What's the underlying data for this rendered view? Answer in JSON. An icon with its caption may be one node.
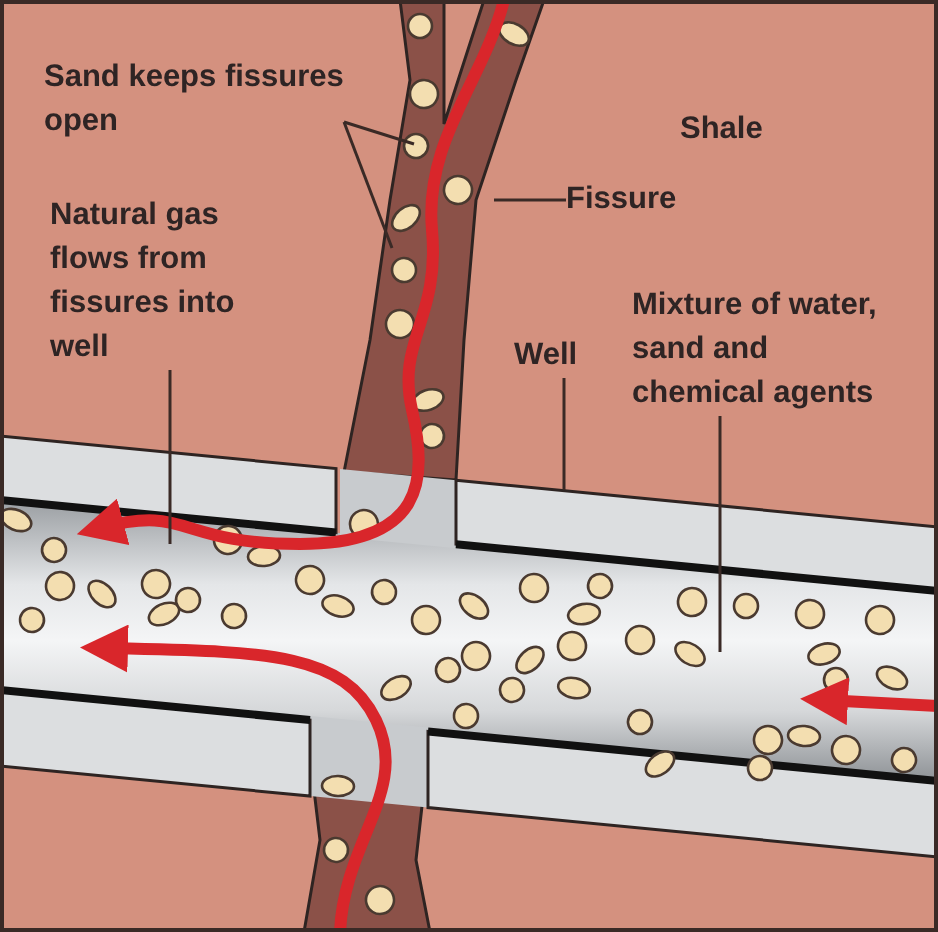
{
  "diagram": {
    "nodes": [
      {
        "text": [
          "Sand keeps fissures open"
        ]
      },
      {
        "text": [
          "Natural gas flows from fissures into well"
        ]
      },
      {
        "text": [
          "Fissure"
        ]
      },
      {
        "text": [
          "Well"
        ]
      },
      {
        "text": [
          "Mixture of water, sand and chemical agents"
        ]
      }
    ],
    "edges": [
      {
        "from": 0,
        "to": null,
        "arrow": "none"
      },
      {
        "from": 0,
        "to": null,
        "arrow": "none"
      },
      {
        "from": 1,
        "to": null,
        "arrow": "none"
      },
      {
        "from": 2,
        "to": null,
        "arrow": "none"
      },
      {
        "from": 3,
        "to": null,
        "arrow": "none"
      },
      {
        "from": 4,
        "to": null,
        "arrow": "none"
      }
    ],
    "labels": [
      "Shale"
    ]
  }
}
